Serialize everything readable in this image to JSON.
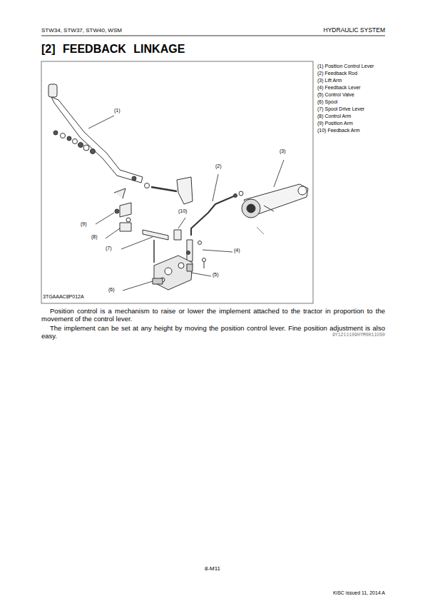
{
  "diagram": {
    "title": "[2] FEEDBACK LINKAGE",
    "labels": [
      "STW34, STW37, STW40, WSM",
      "HYDRAULIC SYSTEM",
      "(1) Position Control Lever",
      "(2) Feedback Rod",
      "(3) Lift Arm",
      "(4) Feedback Lever",
      "(5) Control Valve",
      "(6) Spool",
      "(7) Spool Drive Lever",
      "(8) Control Arm",
      "(9) Position Arm",
      "(10) Feedback Arm",
      "(1)",
      "(2)",
      "(3)",
      "(4)",
      "(5)",
      "(6)",
      "(7)",
      "(8)",
      "(9)",
      "(10)",
      "3TGAAAC8P012A",
      "Position control is a mechanism to raise or lower the implement attached to the tractor in proportion to the movement of the control lever.",
      "The implement can be set at any height by moving the position control lever. Fine position adjustment is also easy.",
      "9Y1211109HYM0011US0",
      "8-M11",
      "KiSC issued 11, 2014 A"
    ]
  }
}
